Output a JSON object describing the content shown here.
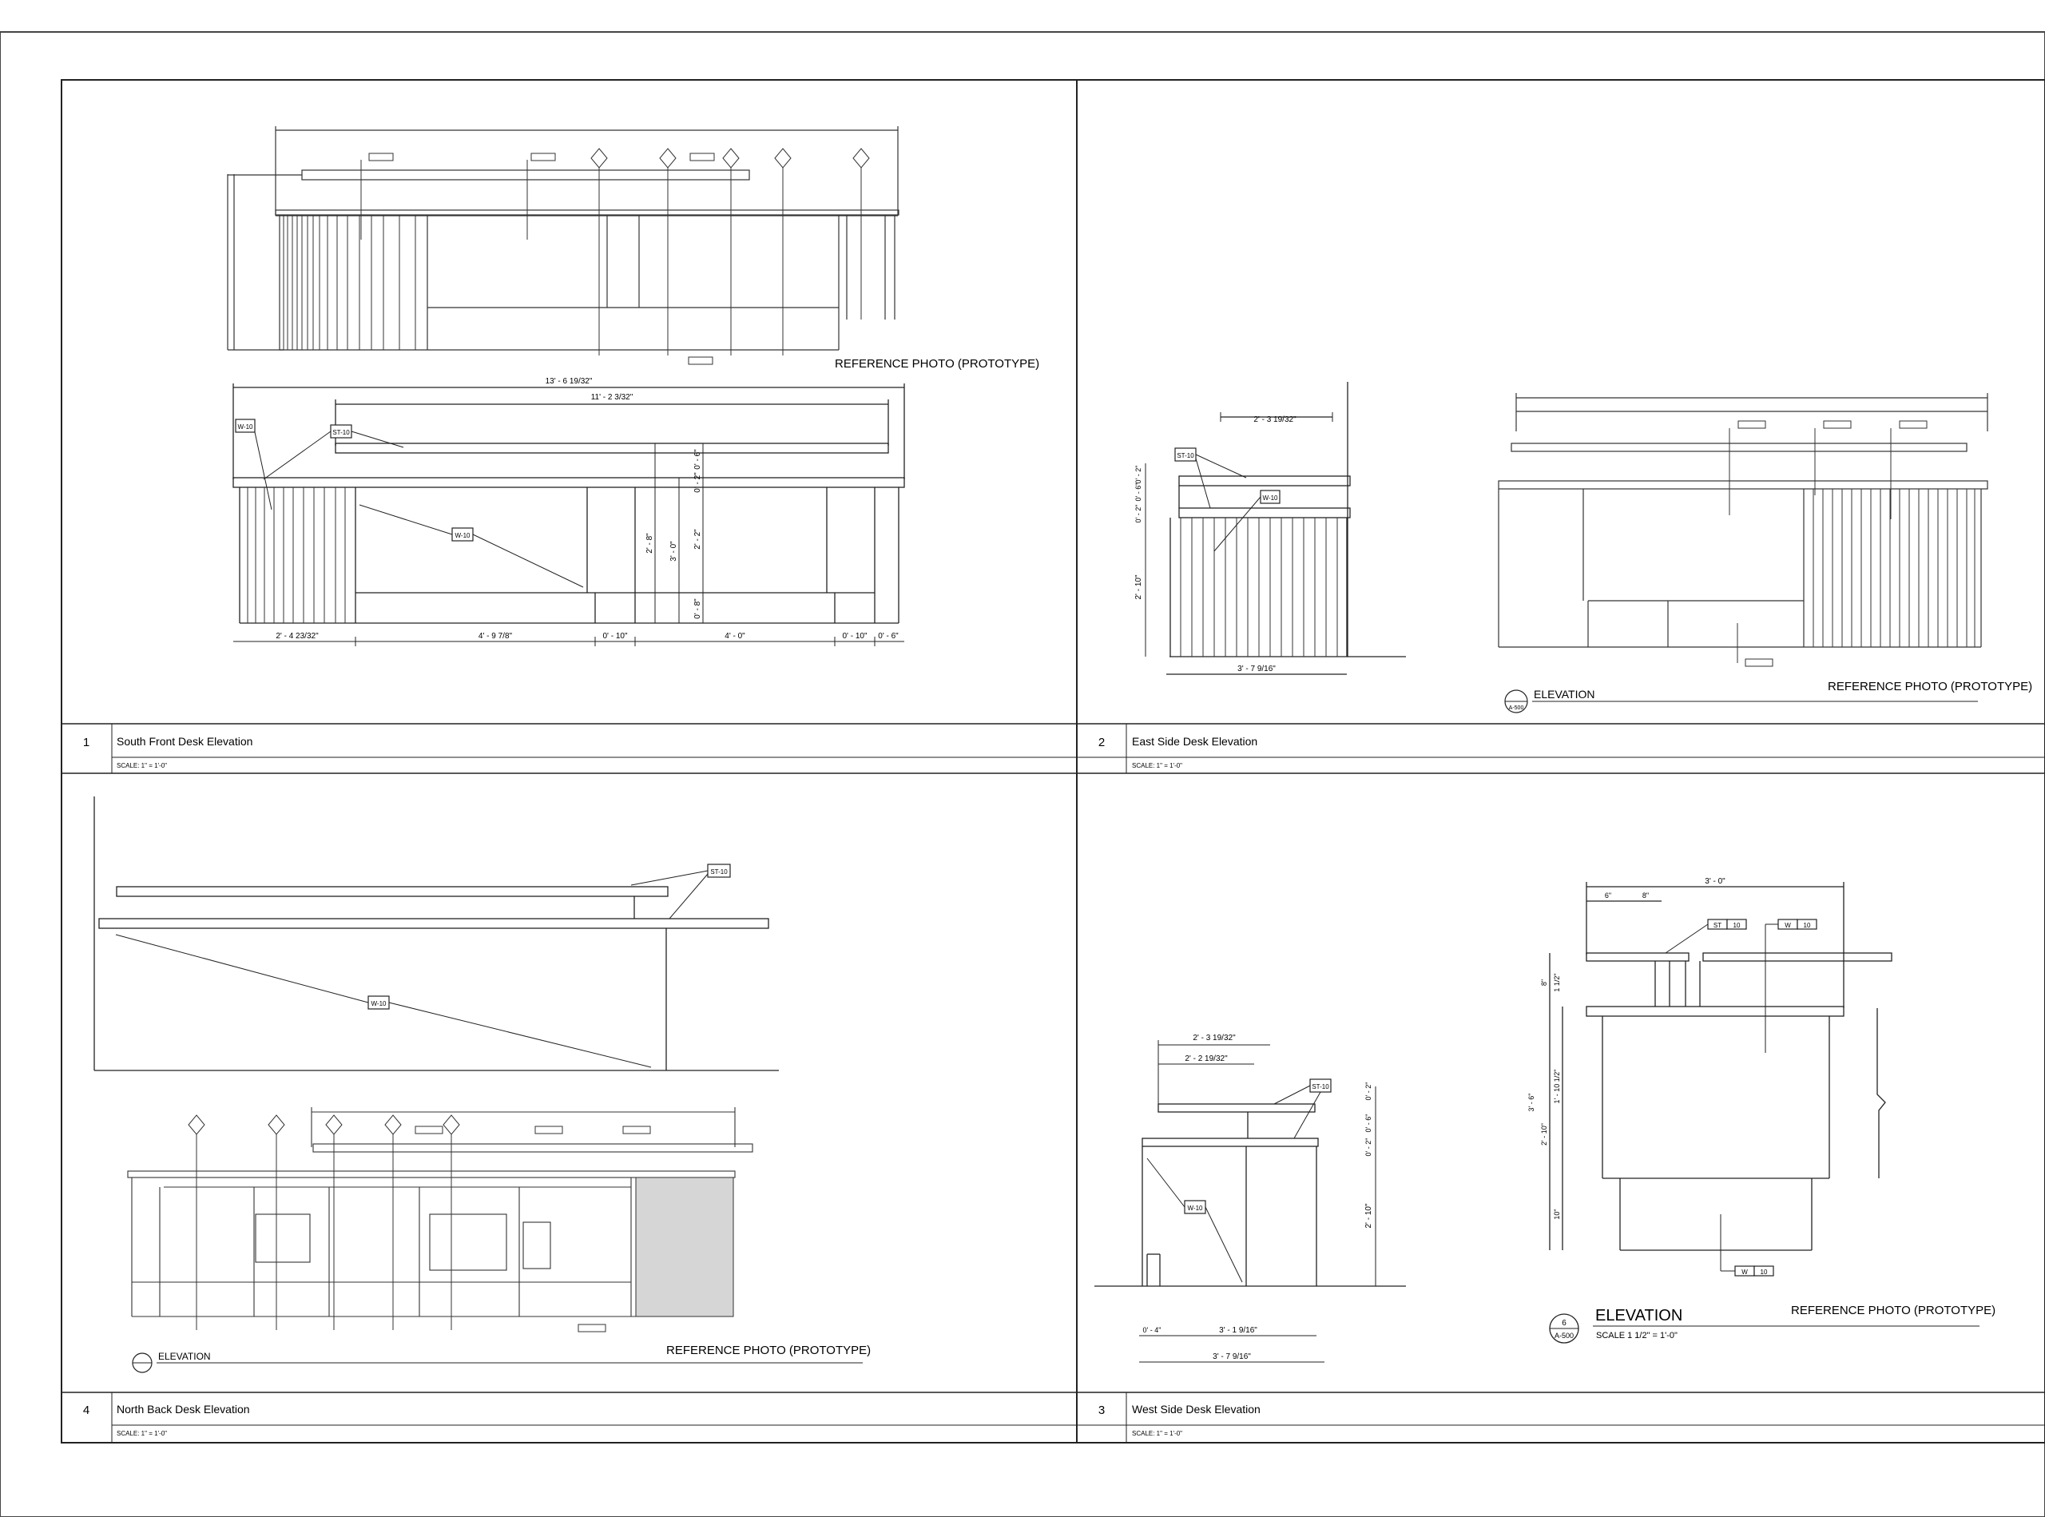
{
  "panels": [
    {
      "number": "1",
      "title": "South Front Desk Elevation",
      "scale": "SCALE:  1\" = 1'-0\"",
      "ref_photo": "REFERENCE PHOTO (PROTOTYPE)",
      "dims": {
        "overall": "13' - 6 19/32\"",
        "upper": "11' - 2 3/32\"",
        "d1": "2' - 4 23/32\"",
        "d2": "4' - 9 7/8\"",
        "d3": "0' - 10\"",
        "d4": "4' - 0\"",
        "d5": "0' - 10\"",
        "d6": "0' - 6\"",
        "v1": "2' - 8\"",
        "v2": "3' - 0\"",
        "v3": "2' - 2\"",
        "v4": "0' - 8\"",
        "v5": "0' - 6\"",
        "v6": "0' - 2\""
      },
      "tags": {
        "t1": "W-10",
        "t2": "ST-10",
        "t3": "W-10"
      }
    },
    {
      "number": "2",
      "title": "East Side Desk Elevation",
      "scale": "SCALE:  1\" = 1'-0\"",
      "ref_photo": "REFERENCE PHOTO (PROTOTYPE)",
      "elev_label": "ELEVATION",
      "elev_ref": "A-500",
      "dims": {
        "top": "2' - 3 19/32\"",
        "bottom": "3' - 7 9/16\"",
        "v1": "2' - 10\"",
        "v2": "0' - 2\"",
        "v3": "0' - 6\"",
        "v4": "0' - 2\""
      },
      "tags": {
        "t1": "ST-10",
        "t2": "W-10"
      }
    },
    {
      "number": "4",
      "title": "North Back Desk Elevation",
      "scale": "SCALE:  1\" = 1'-0\"",
      "ref_photo": "REFERENCE PHOTO (PROTOTYPE)",
      "elev_label": "ELEVATION",
      "tags": {
        "t1": "ST-10",
        "t2": "W-10"
      }
    },
    {
      "number": "3",
      "title": "West Side Desk Elevation",
      "scale": "SCALE:  1\" = 1'-0\"",
      "ref_photo": "REFERENCE PHOTO (PROTOTYPE)",
      "elev_label": "ELEVATION",
      "elev_num": "6",
      "elev_ref": "A-500",
      "elev_scale": "SCALE 1 1/2\" = 1'-0\"",
      "dims": {
        "top1": "2' - 3 19/32\"",
        "top2": "2' - 2 19/32\"",
        "bottom1": "3' - 1 9/16\"",
        "bottom2": "3' - 7 9/16\"",
        "left": "0' - 4\"",
        "v1": "2' - 10\"",
        "v2": "0' - 2\"",
        "v3": "0' - 6\"",
        "v4": "0' - 2\"",
        "r_top": "3' - 0\"",
        "r_a": "6\"",
        "r_b": "8\"",
        "r_h1": "3' - 6\"",
        "r_h2": "2' - 10\"",
        "r_h3": "1' - 10 1/2\"",
        "r_h4": "1 1/2\"",
        "r_h5": "10\"",
        "r_h6": "8\""
      },
      "tags": {
        "t1": "ST-10",
        "t2": "W-10",
        "t3": "ST",
        "t4": "10",
        "t5": "W",
        "t6": "10",
        "t7": "W",
        "t8": "10"
      }
    }
  ]
}
